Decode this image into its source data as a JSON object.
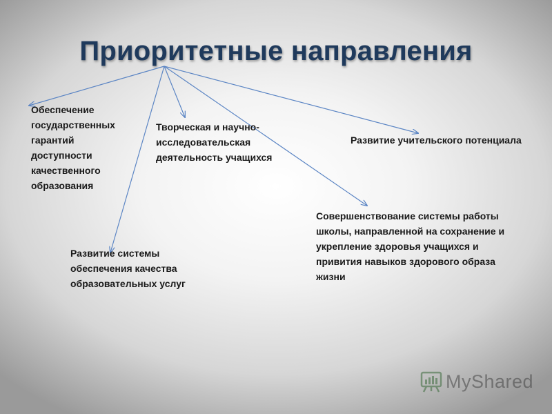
{
  "title": "Приоритетные направления",
  "items": [
    "Обеспечение государственных гарантий доступности качественного образования",
    "Творческая и научно-исследовательская деятельность учащихся",
    "Развитие учительского потенциала",
    "Развитие системы обеспечения качества образовательных услуг",
    "Совершенствование системы работы школы, направленной на сохранение и укрепление здоровья учащихся и привития навыков здорового образа жизни"
  ],
  "watermark": {
    "text": "MyShared",
    "icon": "presentation-board-icon"
  },
  "colors": {
    "title": "#1f3a5c",
    "arrow": "#5b85c4",
    "text": "#1a1a1a"
  }
}
